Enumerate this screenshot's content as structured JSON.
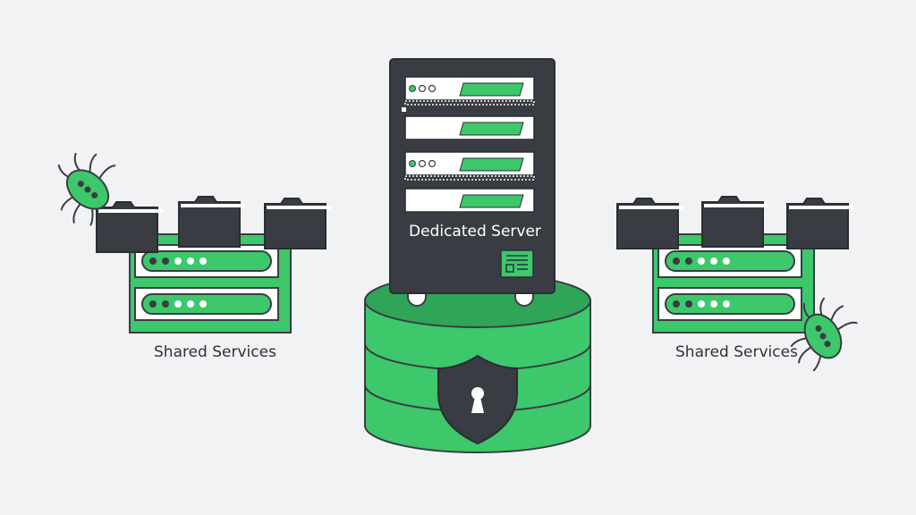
{
  "labels": {
    "dedicated": "Dedicated Server",
    "shared_left": "Shared Services",
    "shared_right": "Shared Services"
  },
  "colors": {
    "background": "#f1f2f4",
    "dark": "#3a3c44",
    "green": "#3cc86b",
    "green_dark": "#2fa557",
    "white": "#ffffff"
  },
  "icons": [
    "bug-icon",
    "folder-icon",
    "server-rack-icon",
    "database-icon",
    "shield-lock-icon",
    "document-icon"
  ]
}
